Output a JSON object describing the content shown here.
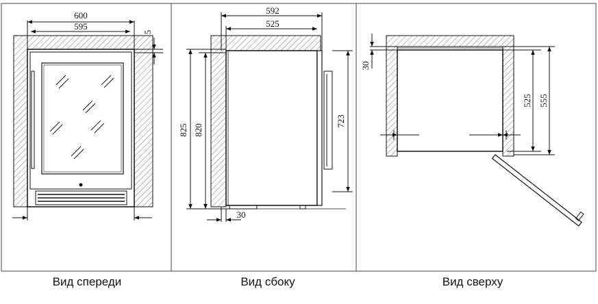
{
  "panels": {
    "front": {
      "caption": "Вид спереди",
      "dims": {
        "outer_width": "600",
        "inner_width": "595",
        "top_gap": "5"
      }
    },
    "side": {
      "caption": "Вид сбоку",
      "dims": {
        "total_depth": "592",
        "body_depth": "525",
        "niche_height": "825",
        "body_height": "820",
        "door_height": "723",
        "rear_gap": "30"
      }
    },
    "top": {
      "caption": "Вид сверху",
      "dims": {
        "rear_gap": "30",
        "body_depth": "525",
        "total_depth": "555"
      }
    }
  }
}
